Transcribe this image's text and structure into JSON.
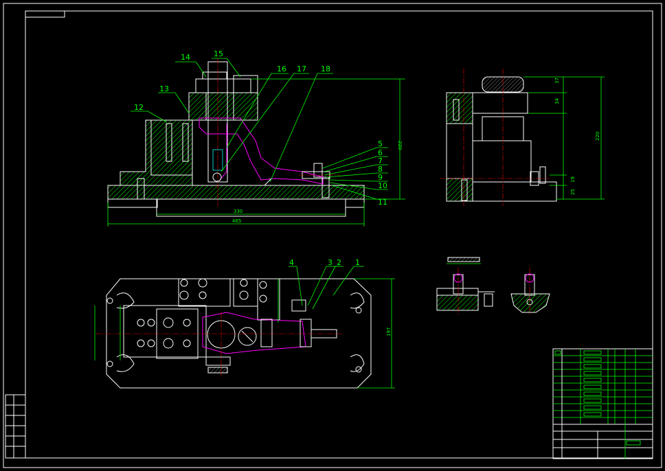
{
  "part_labels": [
    {
      "id": "14",
      "text": "14"
    },
    {
      "id": "15",
      "text": "15"
    },
    {
      "id": "16",
      "text": "16"
    },
    {
      "id": "17",
      "text": "17"
    },
    {
      "id": "18",
      "text": "18"
    },
    {
      "id": "13",
      "text": "13"
    },
    {
      "id": "12",
      "text": "12"
    },
    {
      "id": "5",
      "text": "5"
    },
    {
      "id": "6",
      "text": "6"
    },
    {
      "id": "7",
      "text": "7"
    },
    {
      "id": "8",
      "text": "8"
    },
    {
      "id": "9",
      "text": "9"
    },
    {
      "id": "10",
      "text": "10"
    },
    {
      "id": "11",
      "text": "11"
    },
    {
      "id": "4",
      "text": "4"
    },
    {
      "id": "3",
      "text": "3"
    },
    {
      "id": "2",
      "text": "2"
    },
    {
      "id": "1",
      "text": "1"
    }
  ],
  "dimensions": {
    "front_width_inner": "330",
    "front_width_outer": "465",
    "front_height": "220",
    "side_height": "220",
    "side_top": "37",
    "side_mid": "34",
    "side_low": "19",
    "side_base": "25",
    "plan_height": "197"
  },
  "colors": {
    "background": "#000000",
    "outline": "#ffffff",
    "dimension": "#00ff00",
    "workpiece": "#ff00ff",
    "hidden": "#00ffff",
    "centerline": "#ff0000"
  }
}
